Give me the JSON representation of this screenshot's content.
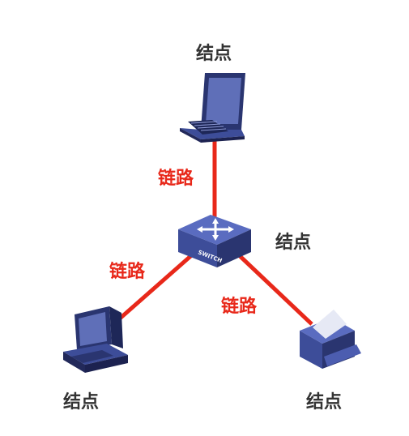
{
  "colors": {
    "link": "#e8281a",
    "node_text": "#333333",
    "device_dark": "#2a3570",
    "device_mid": "#3d4d99",
    "device_light": "#5a6cc0",
    "screen": "#5f6fb8"
  },
  "nodes": {
    "top": {
      "label": "结点",
      "device": "laptop-icon"
    },
    "center": {
      "label": "结点",
      "device": "switch-icon",
      "device_text": "SWITCH"
    },
    "bottom_left": {
      "label": "结点",
      "device": "desktop-computer-icon"
    },
    "bottom_right": {
      "label": "结点",
      "device": "printer-icon"
    }
  },
  "links": {
    "top": {
      "label": "链路"
    },
    "left": {
      "label": "链路"
    },
    "right": {
      "label": "链路"
    }
  }
}
